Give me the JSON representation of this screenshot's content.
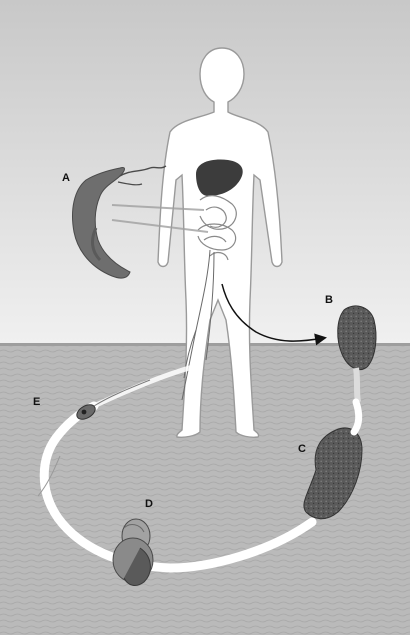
{
  "labels": {
    "a": "A",
    "b": "B",
    "c": "C",
    "d": "D",
    "e": "E"
  },
  "colors": {
    "sky_top": "#c8c8c8",
    "sky_bottom": "#f2f2f2",
    "water": "#b9b9b9",
    "water_dark": "#a9a9a9",
    "body_fill": "#ffffff",
    "body_outline": "#9a9a9a",
    "organ_dark": "#3c3c3c",
    "worm": "#6e6e6e",
    "stage_dark": "#4e4e4e",
    "snail": "#8a8a8a",
    "arrow": "#111111"
  },
  "icons": {
    "adult_fluke": "fluke-worm-icon",
    "egg": "egg-icon",
    "cercaria": "cercaria-icon",
    "snail": "snail-icon",
    "human": "human-silhouette-icon"
  }
}
